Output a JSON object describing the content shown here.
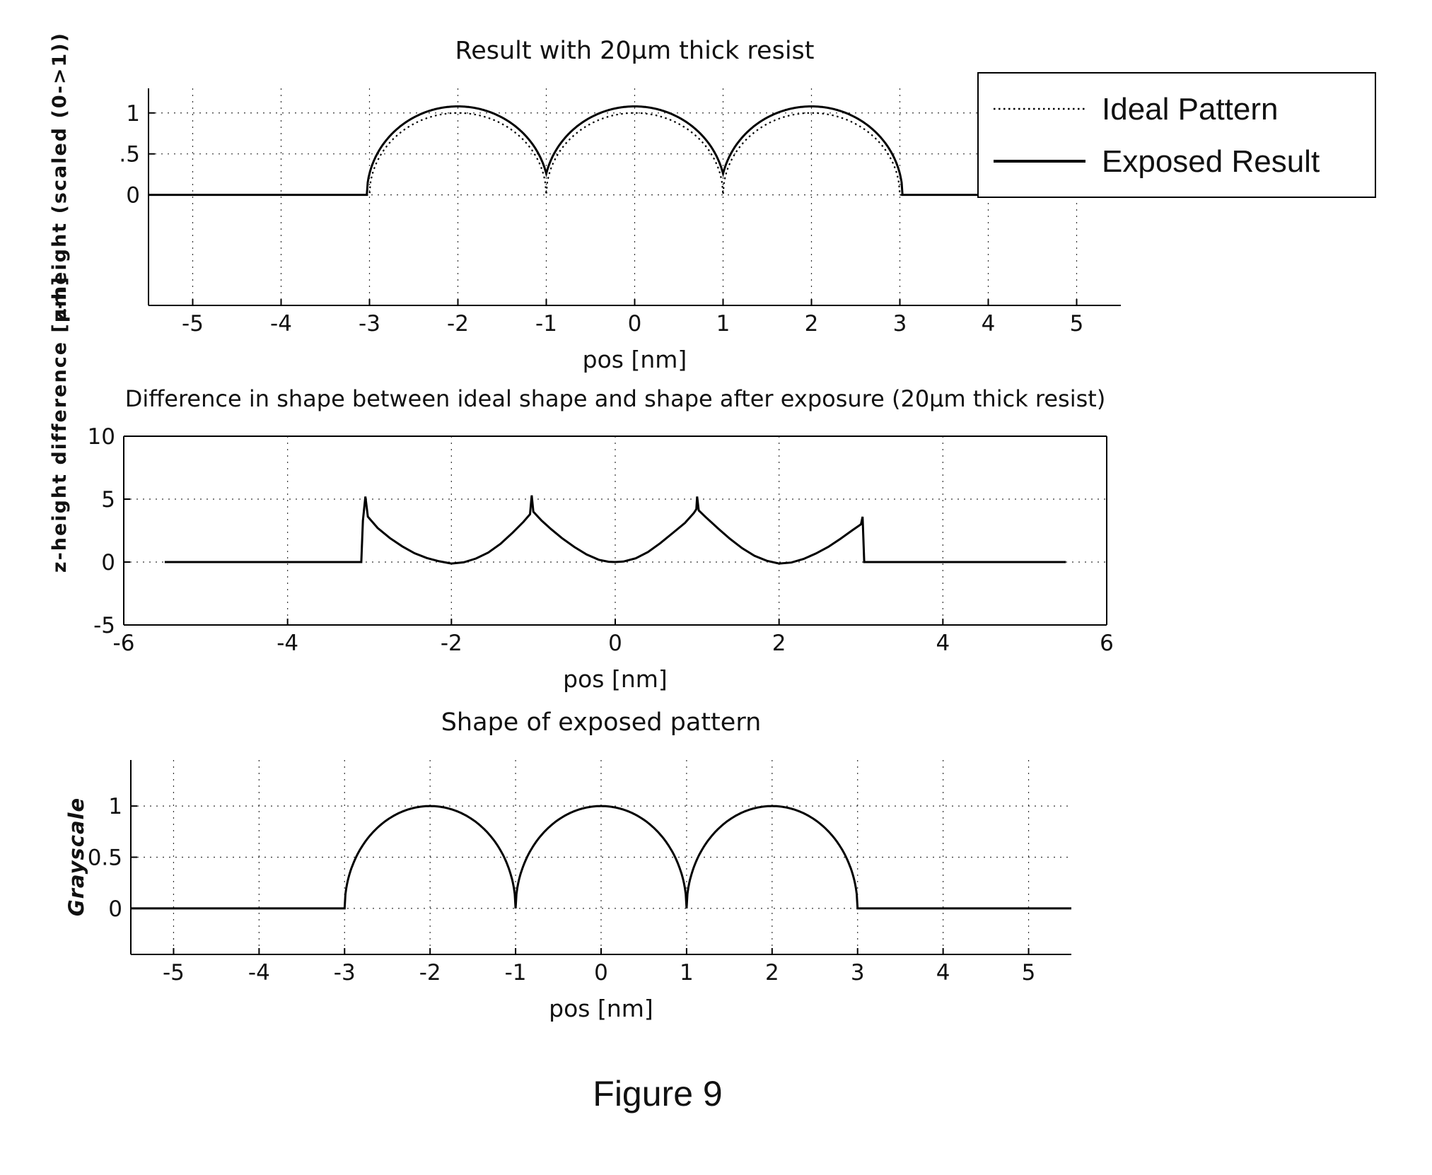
{
  "figure": {
    "caption": "Figure 9"
  },
  "chart_data": [
    {
      "id": "top",
      "type": "line",
      "title": "Result with 20µm thick resist",
      "xlabel": "pos [nm]",
      "ylabel": "z-height (scaled (0->1))",
      "xlim": [
        -5.5,
        5.5
      ],
      "xticks": [
        -5,
        -4,
        -3,
        -2,
        -1,
        0,
        1,
        2,
        3,
        4,
        5
      ],
      "xtick_labels": [
        "-5",
        "-4",
        "-3",
        "-2",
        "-1",
        "0",
        "1",
        "2",
        "3",
        "4",
        "5"
      ],
      "ylim": [
        -1.35,
        1.3
      ],
      "yticks": [
        0,
        0.5,
        1
      ],
      "ytick_labels": [
        "0",
        ".5",
        "1"
      ],
      "grid": true,
      "box": false,
      "legend": {
        "position": "top-right",
        "entries": [
          {
            "label": "Ideal Pattern",
            "style": "dotted"
          },
          {
            "label": "Exposed Result",
            "style": "solid"
          }
        ]
      },
      "series": [
        {
          "name": "Ideal Pattern",
          "style": "dotted",
          "shape": "semicircles",
          "centers": [
            -2,
            0,
            2
          ],
          "radius": 1.0,
          "amplitude": 1.0,
          "x_range": [
            -5.5,
            5.5
          ]
        },
        {
          "name": "Exposed Result",
          "style": "solid",
          "shape": "semicircles",
          "centers": [
            -2,
            0,
            2
          ],
          "radius": 1.03,
          "amplitude": 1.08,
          "x_range": [
            -5.5,
            5.5
          ]
        }
      ]
    },
    {
      "id": "middle",
      "type": "line",
      "title": "Difference in shape between ideal shape and shape after exposure (20µm thick resist)",
      "xlabel": "pos [nm]",
      "ylabel": "z-height difference [µm]",
      "xlim": [
        -6,
        6
      ],
      "xticks": [
        -6,
        -4,
        -2,
        0,
        2,
        4,
        6
      ],
      "xtick_labels": [
        "-6",
        "-4",
        "-2",
        "0",
        "2",
        "4",
        "6"
      ],
      "ylim": [
        -5,
        10
      ],
      "yticks": [
        -5,
        0,
        5,
        10
      ],
      "ytick_labels": [
        "-5",
        "0",
        "5",
        "10"
      ],
      "grid": true,
      "box": true,
      "series": [
        {
          "name": "z-height difference",
          "style": "solid",
          "points": [
            [
              -5.5,
              0
            ],
            [
              -3.1,
              0
            ],
            [
              -3.08,
              3.3
            ],
            [
              -3.05,
              5.2
            ],
            [
              -3.02,
              3.6
            ],
            [
              -2.9,
              2.7
            ],
            [
              -2.75,
              1.9
            ],
            [
              -2.6,
              1.25
            ],
            [
              -2.45,
              0.7
            ],
            [
              -2.3,
              0.32
            ],
            [
              -2.15,
              0.06
            ],
            [
              -2.0,
              -0.12
            ],
            [
              -1.85,
              -0.02
            ],
            [
              -1.7,
              0.28
            ],
            [
              -1.55,
              0.75
            ],
            [
              -1.4,
              1.45
            ],
            [
              -1.25,
              2.35
            ],
            [
              -1.12,
              3.2
            ],
            [
              -1.04,
              3.8
            ],
            [
              -1.02,
              5.3
            ],
            [
              -1.0,
              4.0
            ],
            [
              -0.9,
              3.3
            ],
            [
              -0.78,
              2.6
            ],
            [
              -0.65,
              1.9
            ],
            [
              -0.5,
              1.2
            ],
            [
              -0.35,
              0.6
            ],
            [
              -0.2,
              0.18
            ],
            [
              -0.08,
              0.02
            ],
            [
              0.0,
              0.0
            ],
            [
              0.1,
              0.04
            ],
            [
              0.25,
              0.3
            ],
            [
              0.4,
              0.8
            ],
            [
              0.55,
              1.5
            ],
            [
              0.7,
              2.3
            ],
            [
              0.85,
              3.1
            ],
            [
              0.96,
              3.9
            ],
            [
              0.99,
              4.2
            ],
            [
              1.0,
              5.2
            ],
            [
              1.02,
              4.1
            ],
            [
              1.1,
              3.6
            ],
            [
              1.25,
              2.7
            ],
            [
              1.4,
              1.85
            ],
            [
              1.55,
              1.1
            ],
            [
              1.7,
              0.5
            ],
            [
              1.85,
              0.1
            ],
            [
              2.0,
              -0.12
            ],
            [
              2.15,
              -0.04
            ],
            [
              2.3,
              0.25
            ],
            [
              2.45,
              0.68
            ],
            [
              2.6,
              1.2
            ],
            [
              2.75,
              1.85
            ],
            [
              2.9,
              2.55
            ],
            [
              3.0,
              3.0
            ],
            [
              3.02,
              3.6
            ],
            [
              3.04,
              0.0
            ],
            [
              5.5,
              0.0
            ]
          ]
        }
      ]
    },
    {
      "id": "bottom",
      "type": "line",
      "title": "Shape of exposed pattern",
      "xlabel": "pos [nm]",
      "ylabel": "Grayscale",
      "xlim": [
        -5.5,
        5.5
      ],
      "xticks": [
        -5,
        -4,
        -3,
        -2,
        -1,
        0,
        1,
        2,
        3,
        4,
        5
      ],
      "xtick_labels": [
        "-5",
        "-4",
        "-3",
        "-2",
        "-1",
        "0",
        "1",
        "2",
        "3",
        "4",
        "5"
      ],
      "ylim": [
        -0.45,
        1.45
      ],
      "yticks": [
        0,
        0.5,
        1
      ],
      "ytick_labels": [
        "0",
        "0.5",
        "1"
      ],
      "grid": true,
      "box": false,
      "series": [
        {
          "name": "Exposed pattern grayscale",
          "style": "solid",
          "shape": "semicircles",
          "centers": [
            -2,
            0,
            2
          ],
          "radius": 1.0,
          "amplitude": 1.0,
          "x_range": [
            -5.5,
            5.5
          ]
        }
      ]
    }
  ]
}
